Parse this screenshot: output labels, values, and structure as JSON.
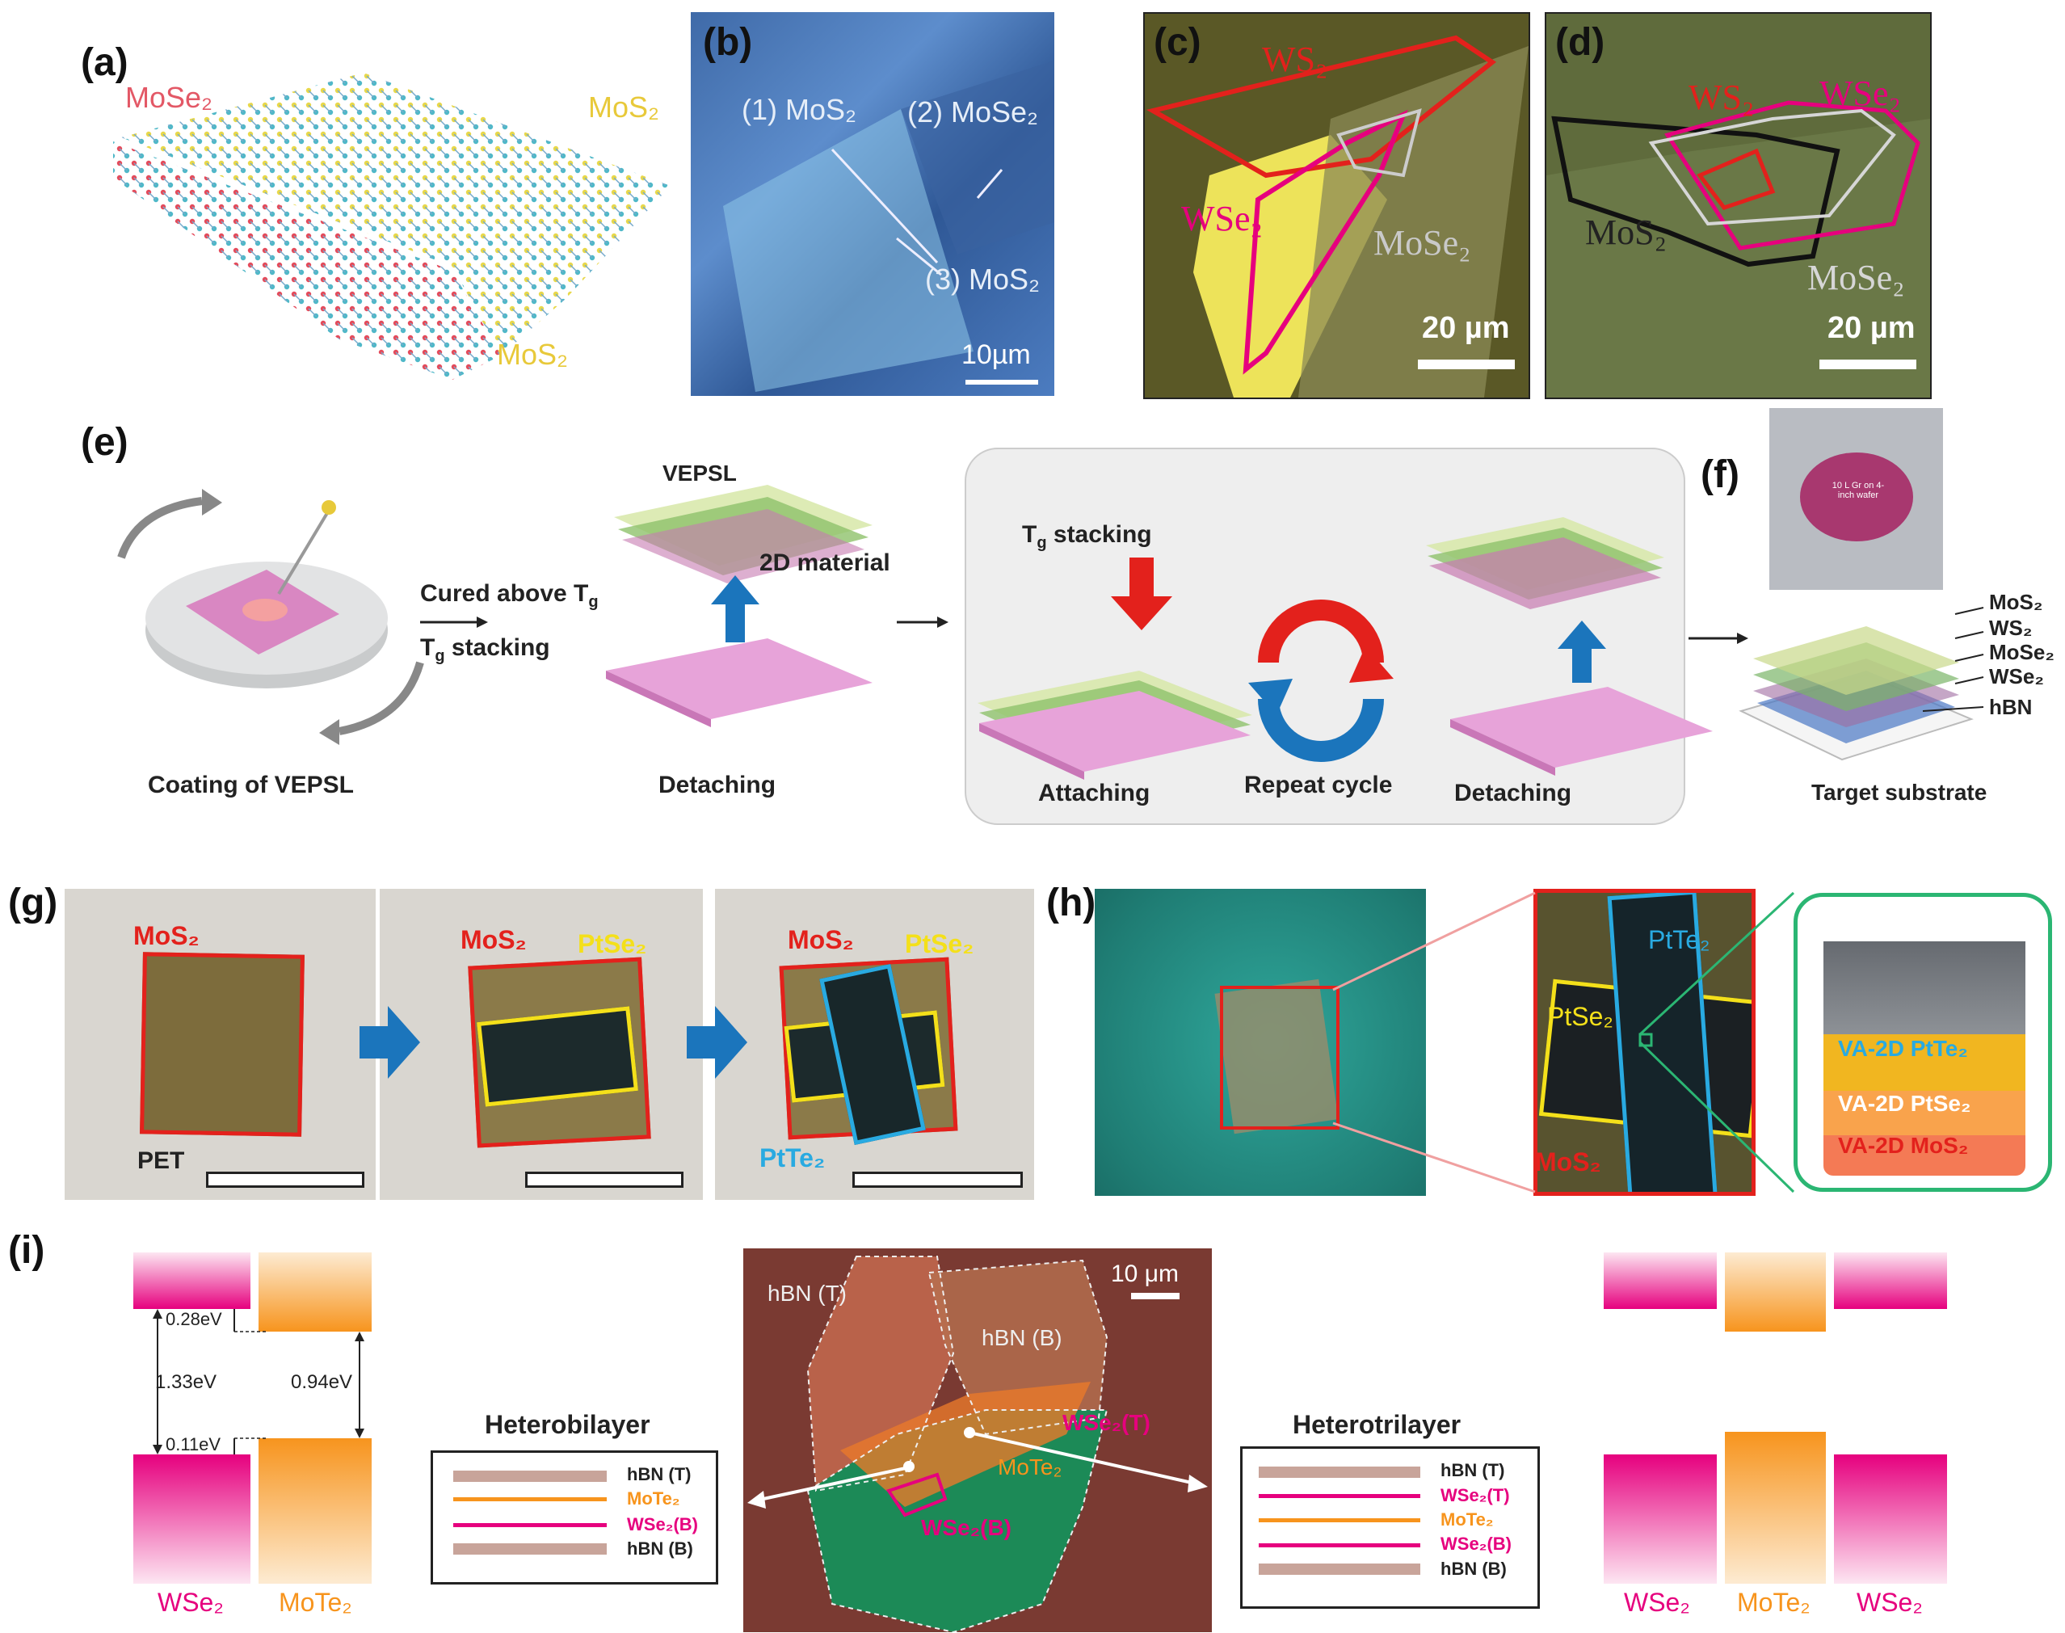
{
  "panels": {
    "a": {
      "label": "(a)",
      "mat1": "MoSe₂",
      "mat2": "MoS₂",
      "mat3": "MoS₂"
    },
    "b": {
      "label": "(b)",
      "r1": "(1) MoS₂",
      "r2": "(2) MoSe₂",
      "r3": "(3) MoS₂",
      "scale": "10µm"
    },
    "c": {
      "label": "(c)",
      "ws2": "WS₂",
      "wse2": "WSe₂",
      "mose2": "MoSe₂",
      "scale": "20 µm"
    },
    "d": {
      "label": "(d)",
      "ws2": "WS₂",
      "wse2": "WSe₂",
      "mos2": "MoS₂",
      "mose2": "MoSe₂",
      "scale": "20 µm"
    },
    "e": {
      "label": "(e)",
      "coating": "Coating of VEPSL",
      "cured": "Cured above T",
      "cured_sub": "g",
      "tg_stack": "T",
      "tg_stack_sub": "g",
      "tg_stack_rest": " stacking",
      "vepsl": "VEPSL",
      "material": "2D material",
      "detaching1": "Detaching",
      "box_tg": "T",
      "box_tg_sub": "g",
      "box_tg_rest": " stacking",
      "attaching": "Attaching",
      "repeat": "Repeat cycle",
      "detaching2": "Detaching"
    },
    "f": {
      "label": "(f)",
      "wafer_text": "10 L Gr on 4-inch wafer",
      "layers": [
        "MoS₂",
        "WS₂",
        "MoSe₂",
        "WSe₂",
        "hBN"
      ],
      "caption": "Target substrate"
    },
    "g": {
      "label": "(g)",
      "mos2_a": "MoS₂",
      "pet": "PET",
      "mos2_b": "MoS₂",
      "ptse2_b": "PtSe₂",
      "mos2_c": "MoS₂",
      "ptse2_c": "PtSe₂",
      "ptte2_c": "PtTe₂"
    },
    "h": {
      "label": "(h)",
      "ptte2": "PtTe₂",
      "ptse2": "PtSe₂",
      "mos2": "MoS₂",
      "layer1": "VA-2D PtTe₂",
      "layer2": "VA-2D PtSe₂",
      "layer3": "VA-2D MoS₂"
    },
    "i": {
      "label": "(i)",
      "left_band": {
        "v1": "0.28eV",
        "v2": "1.33eV",
        "v3": "0.94eV",
        "v4": "0.11eV",
        "m1": "WSe₂",
        "m2": "MoTe₂"
      },
      "bilayer": {
        "title": "Heterobilayer",
        "rows": [
          "hBN (T)",
          "MoTe₂",
          "WSe₂(B)",
          "hBN (B)"
        ]
      },
      "image": {
        "hbn_t": "hBN (T)",
        "hbn_b": "hBN (B)",
        "wse2_t": "WSe₂(T)",
        "mote2": "MoTe₂",
        "wse2_b": "WSe₂(B)",
        "scale": "10 μm"
      },
      "trilayer": {
        "title": "Heterotrilayer",
        "rows": [
          "hBN (T)",
          "WSe₂(T)",
          "MoTe₂",
          "WSe₂(B)",
          "hBN (B)"
        ]
      },
      "right_band": {
        "m1": "WSe₂",
        "m2": "MoTe₂",
        "m3": "WSe₂"
      }
    }
  },
  "colors": {
    "red": "#e3211c",
    "magenta": "#e6007e",
    "orange": "#f7941d",
    "yellow": "#f4e01a",
    "blue": "#1b75bc",
    "cyan": "#29aae1",
    "green": "#2bb673",
    "hbn": "#c8a49a"
  }
}
